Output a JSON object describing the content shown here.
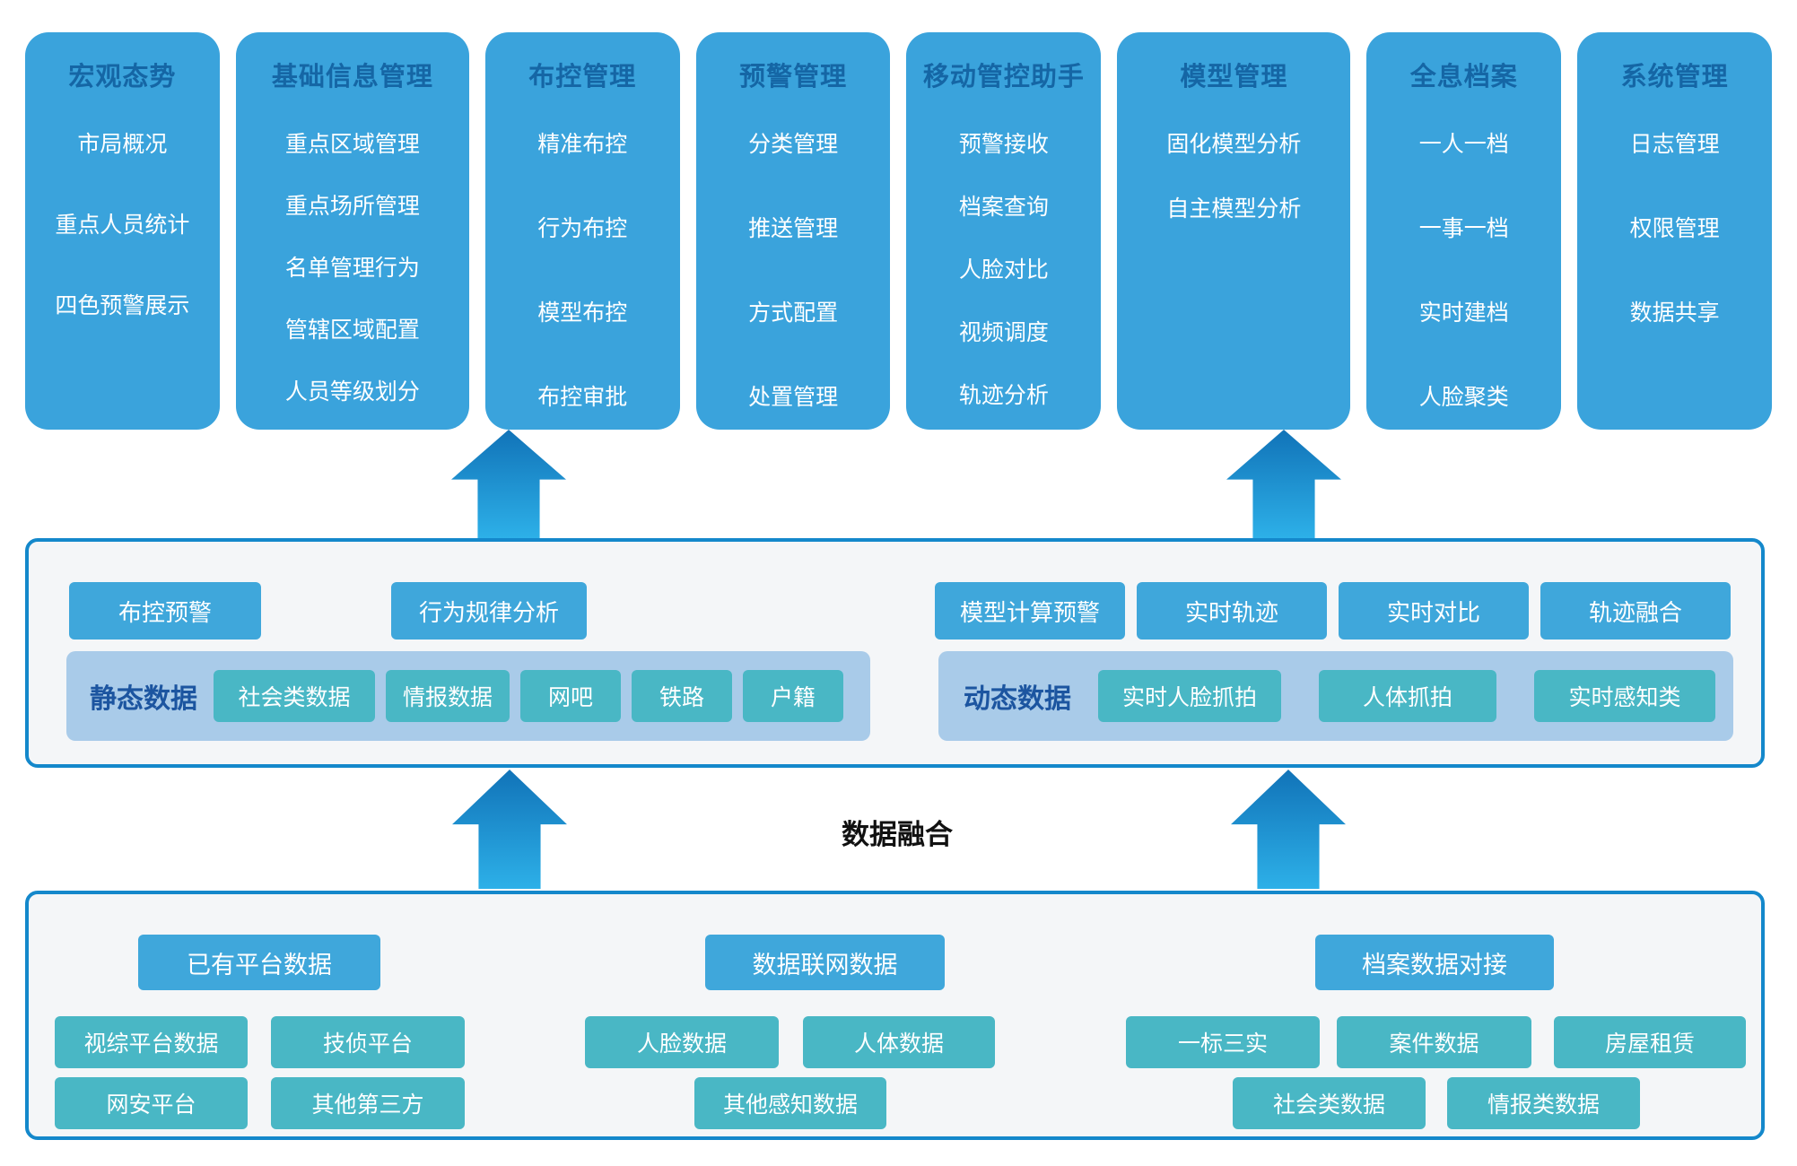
{
  "modules": [
    {
      "title": "宏观态势",
      "items": [
        "市局概况",
        "重点人员统计",
        "四色预警展示"
      ]
    },
    {
      "title": "基础信息管理",
      "items": [
        "重点区域管理",
        "重点场所管理",
        "名单管理行为",
        "管辖区域配置",
        "人员等级划分"
      ]
    },
    {
      "title": "布控管理",
      "items": [
        "精准布控",
        "行为布控",
        "模型布控",
        "布控审批"
      ]
    },
    {
      "title": "预警管理",
      "items": [
        "分类管理",
        "推送管理",
        "方式配置",
        "处置管理"
      ]
    },
    {
      "title": "移动管控助手",
      "items": [
        "预警接收",
        "档案查询",
        "人脸对比",
        "视频调度",
        "轨迹分析"
      ]
    },
    {
      "title": "模型管理",
      "items": [
        "固化模型分析",
        "自主模型分析"
      ]
    },
    {
      "title": "全息档案",
      "items": [
        "一人一档",
        "一事一档",
        "实时建档",
        "人脸聚类"
      ]
    },
    {
      "title": "系统管理",
      "items": [
        "日志管理",
        "权限管理",
        "数据共享"
      ]
    }
  ],
  "analysis": {
    "buttons_left": [
      "布控预警",
      "行为规律分析"
    ],
    "buttons_right": [
      "模型计算预警",
      "实时轨迹",
      "实时对比",
      "轨迹融合"
    ],
    "static": {
      "label": "静态数据",
      "items": [
        "社会类数据",
        "情报数据",
        "网吧",
        "铁路",
        "户籍"
      ]
    },
    "dynamic": {
      "label": "动态数据",
      "items": [
        "实时人脸抓拍",
        "人体抓拍",
        "实时感知类"
      ]
    }
  },
  "fusion_label": "数据融合",
  "sources": {
    "platform": {
      "header": "已有平台数据",
      "items": [
        "视综平台数据",
        "技侦平台",
        "网安平台",
        "其他第三方"
      ]
    },
    "network": {
      "header": "数据联网数据",
      "items": [
        "人脸数据",
        "人体数据",
        "其他感知数据"
      ]
    },
    "archive": {
      "header": "档案数据对接",
      "items": [
        "一标三实",
        "案件数据",
        "房屋租赁",
        "社会类数据",
        "情报类数据"
      ]
    }
  },
  "colors": {
    "module_fill": "#3AA3DC",
    "module_title": "#1566A5",
    "panel_border": "#1488CB",
    "panel_bg": "#F4F6F8",
    "band_bg": "#A9CBE9",
    "band_label": "#1C55A0",
    "teal_button": "#49B7C5",
    "blue_button": "#3FA7DB",
    "arrow_gradient_top": "#1173B8",
    "arrow_gradient_bottom": "#2DB0E8",
    "fusion_text": "#111111"
  }
}
